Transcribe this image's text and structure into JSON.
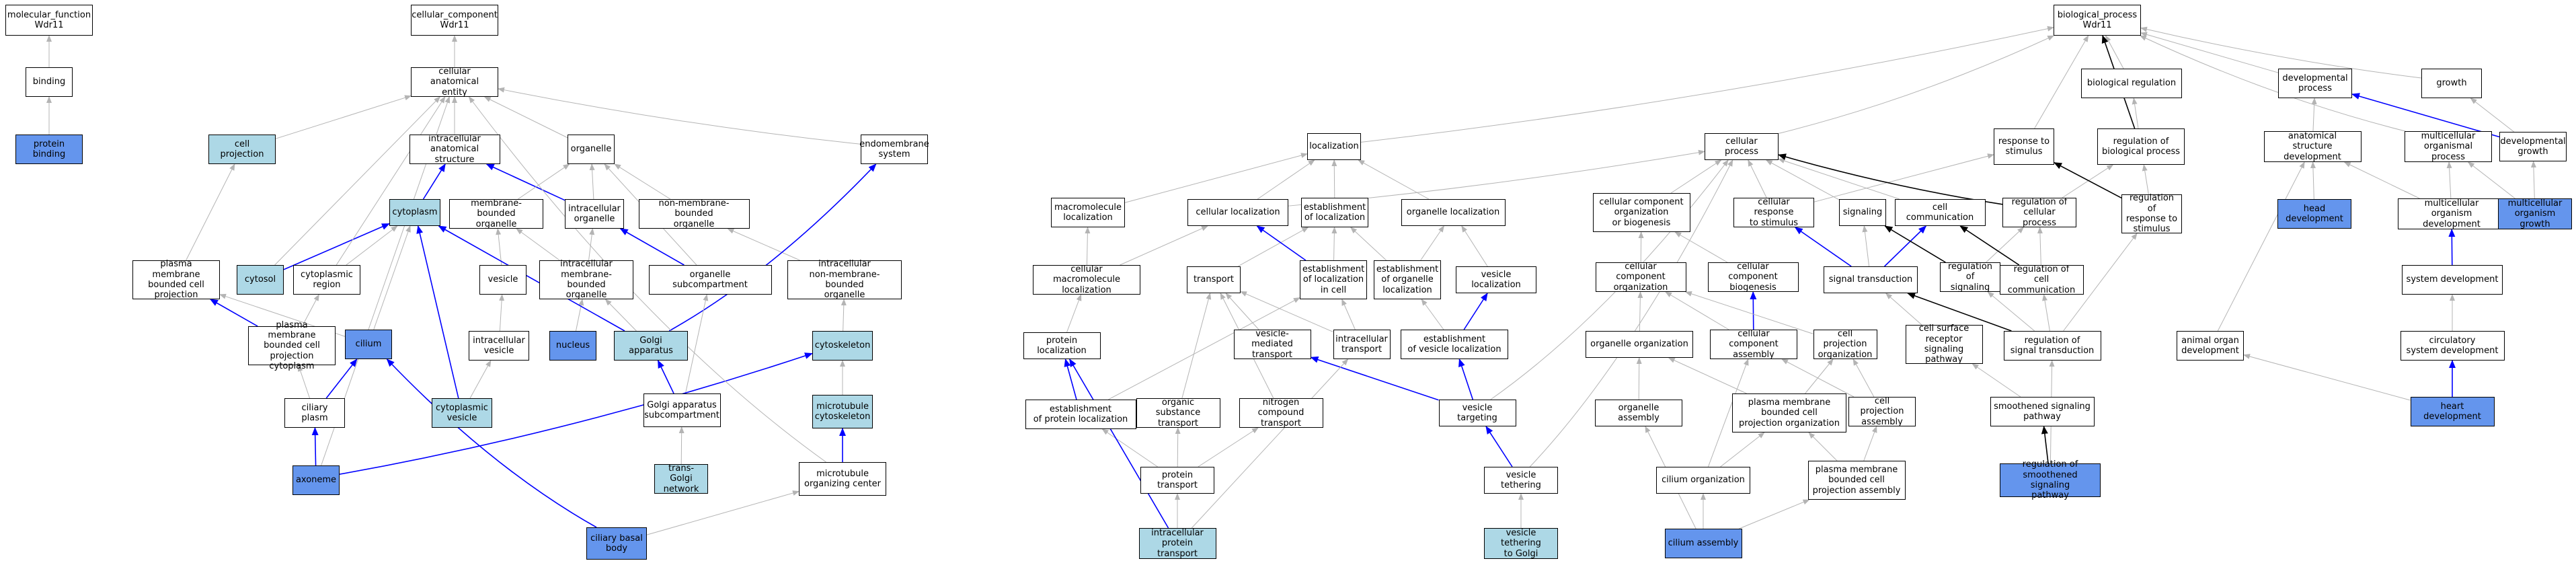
{
  "colors": {
    "plain": "#ffffff",
    "light": "#add8e6",
    "dark": "#6495ed",
    "is_a": "#b4b4b4",
    "part_of": "#0000ff",
    "regulates": "#000000"
  },
  "nodes": [
    {
      "id": "mf_root",
      "label": "molecular_function\nWdr11",
      "style": "plain"
    },
    {
      "id": "binding",
      "label": "binding",
      "style": "plain"
    },
    {
      "id": "protein_binding",
      "label": "protein binding",
      "style": "dark"
    },
    {
      "id": "cc_root",
      "label": "cellular_component\nWdr11",
      "style": "plain"
    },
    {
      "id": "cae",
      "label": "cellular anatomical\nentity",
      "style": "plain"
    },
    {
      "id": "cell_projection",
      "label": "cell projection",
      "style": "light"
    },
    {
      "id": "ias",
      "label": "intracellular\nanatomical structure",
      "style": "plain"
    },
    {
      "id": "organelle",
      "label": "organelle",
      "style": "plain"
    },
    {
      "id": "endomembrane",
      "label": "endomembrane\nsystem",
      "style": "plain"
    },
    {
      "id": "cytoplasm",
      "label": "cytoplasm",
      "style": "light"
    },
    {
      "id": "mbo",
      "label": "membrane-bounded\norganelle",
      "style": "plain"
    },
    {
      "id": "io",
      "label": "intracellular\norganelle",
      "style": "plain"
    },
    {
      "id": "nmbo",
      "label": "non-membrane-bounded\norganelle",
      "style": "plain"
    },
    {
      "id": "pmbcp",
      "label": "plasma membrane\nbounded cell\nprojection",
      "style": "plain"
    },
    {
      "id": "cytosol",
      "label": "cytosol",
      "style": "light"
    },
    {
      "id": "cyto_region",
      "label": "cytoplasmic\nregion",
      "style": "plain"
    },
    {
      "id": "vesicle",
      "label": "vesicle",
      "style": "plain"
    },
    {
      "id": "imbo",
      "label": "intracellular\nmembrane-bounded\norganelle",
      "style": "plain"
    },
    {
      "id": "org_subcomp",
      "label": "organelle subcompartment",
      "style": "plain"
    },
    {
      "id": "inmbo",
      "label": "intracellular\nnon-membrane-bounded\norganelle",
      "style": "plain"
    },
    {
      "id": "pmbcpc",
      "label": "plasma membrane\nbounded cell\nprojection cytoplasm",
      "style": "plain"
    },
    {
      "id": "cilium",
      "label": "cilium",
      "style": "dark"
    },
    {
      "id": "ivesicle",
      "label": "intracellular\nvesicle",
      "style": "plain"
    },
    {
      "id": "nucleus",
      "label": "nucleus",
      "style": "dark"
    },
    {
      "id": "golgi",
      "label": "Golgi apparatus",
      "style": "light"
    },
    {
      "id": "cytoskeleton",
      "label": "cytoskeleton",
      "style": "light"
    },
    {
      "id": "ciliary_plasm",
      "label": "ciliary plasm",
      "style": "plain"
    },
    {
      "id": "cyto_vesicle",
      "label": "cytoplasmic\nvesicle",
      "style": "light"
    },
    {
      "id": "golgi_sub",
      "label": "Golgi apparatus\nsubcompartment",
      "style": "plain"
    },
    {
      "id": "mt_cytoskeleton",
      "label": "microtubule\ncytoskeleton",
      "style": "light"
    },
    {
      "id": "axoneme",
      "label": "axoneme",
      "style": "dark"
    },
    {
      "id": "tgn",
      "label": "trans-Golgi\nnetwork",
      "style": "light"
    },
    {
      "id": "mtoc",
      "label": "microtubule\norganizing center",
      "style": "plain"
    },
    {
      "id": "basal_body",
      "label": "ciliary basal\nbody",
      "style": "dark"
    },
    {
      "id": "bp_root",
      "label": "biological_process\nWdr11",
      "style": "plain"
    },
    {
      "id": "localization",
      "label": "localization",
      "style": "plain"
    },
    {
      "id": "cell_process",
      "label": "cellular process",
      "style": "plain"
    },
    {
      "id": "bio_reg",
      "label": "biological regulation",
      "style": "plain"
    },
    {
      "id": "dev_process",
      "label": "developmental\nprocess",
      "style": "plain"
    },
    {
      "id": "growth",
      "label": "growth",
      "style": "plain"
    },
    {
      "id": "resp_stim",
      "label": "response to\nstimulus",
      "style": "plain"
    },
    {
      "id": "reg_bio",
      "label": "regulation of\nbiological process",
      "style": "plain"
    },
    {
      "id": "ased",
      "label": "anatomical structure\ndevelopment",
      "style": "plain"
    },
    {
      "id": "mop",
      "label": "multicellular\norganismal process",
      "style": "plain"
    },
    {
      "id": "dev_growth",
      "label": "developmental\ngrowth",
      "style": "plain"
    },
    {
      "id": "macro_loc",
      "label": "macromolecule\nlocalization",
      "style": "plain"
    },
    {
      "id": "cell_loc",
      "label": "cellular localization",
      "style": "plain"
    },
    {
      "id": "est_loc",
      "label": "establishment\nof localization",
      "style": "plain"
    },
    {
      "id": "org_loc",
      "label": "organelle localization",
      "style": "plain"
    },
    {
      "id": "ccob",
      "label": "cellular component\norganization\nor biogenesis",
      "style": "plain"
    },
    {
      "id": "cell_resp",
      "label": "cellular response\nto stimulus",
      "style": "plain"
    },
    {
      "id": "signaling",
      "label": "signaling",
      "style": "plain"
    },
    {
      "id": "cell_comm",
      "label": "cell communication",
      "style": "plain"
    },
    {
      "id": "reg_cp",
      "label": "regulation of\ncellular process",
      "style": "plain"
    },
    {
      "id": "reg_resp",
      "label": "regulation of\nresponse to\nstimulus",
      "style": "plain"
    },
    {
      "id": "head_dev",
      "label": "head development",
      "style": "dark"
    },
    {
      "id": "mod",
      "label": "multicellular\norganism development",
      "style": "plain"
    },
    {
      "id": "mc_growth",
      "label": "multicellular\norganism growth",
      "style": "dark"
    },
    {
      "id": "cml",
      "label": "cellular macromolecule\nlocalization",
      "style": "plain"
    },
    {
      "id": "transport",
      "label": "transport",
      "style": "plain"
    },
    {
      "id": "elic",
      "label": "establishment\nof localization\nin cell",
      "style": "plain"
    },
    {
      "id": "eol",
      "label": "establishment\nof organelle\nlocalization",
      "style": "plain"
    },
    {
      "id": "ves_loc",
      "label": "vesicle localization",
      "style": "plain"
    },
    {
      "id": "cco",
      "label": "cellular component\norganization",
      "style": "plain"
    },
    {
      "id": "ccb",
      "label": "cellular component\nbiogenesis",
      "style": "plain"
    },
    {
      "id": "sig_trans",
      "label": "signal transduction",
      "style": "plain"
    },
    {
      "id": "reg_sig",
      "label": "regulation of\nsignaling",
      "style": "plain"
    },
    {
      "id": "reg_cc",
      "label": "regulation of\ncell communication",
      "style": "plain"
    },
    {
      "id": "sys_dev",
      "label": "system development",
      "style": "plain"
    },
    {
      "id": "prot_loc",
      "label": "protein localization",
      "style": "plain"
    },
    {
      "id": "vmt",
      "label": "vesicle-mediated\ntransport",
      "style": "plain"
    },
    {
      "id": "ict",
      "label": "intracellular\ntransport",
      "style": "plain"
    },
    {
      "id": "evl",
      "label": "establishment\nof vesicle localization",
      "style": "plain"
    },
    {
      "id": "org_org",
      "label": "organelle organization",
      "style": "plain"
    },
    {
      "id": "cca",
      "label": "cellular component\nassembly",
      "style": "plain"
    },
    {
      "id": "cpo",
      "label": "cell projection\norganization",
      "style": "plain"
    },
    {
      "id": "csrsp",
      "label": "cell surface\nreceptor signaling\npathway",
      "style": "plain"
    },
    {
      "id": "reg_st",
      "label": "regulation of\nsignal transduction",
      "style": "plain"
    },
    {
      "id": "aod",
      "label": "animal organ\ndevelopment",
      "style": "plain"
    },
    {
      "id": "csd",
      "label": "circulatory\nsystem development",
      "style": "plain"
    },
    {
      "id": "epl",
      "label": "establishment\nof protein localization",
      "style": "plain"
    },
    {
      "id": "ost",
      "label": "organic substance\ntransport",
      "style": "plain"
    },
    {
      "id": "nct",
      "label": "nitrogen compound\ntransport",
      "style": "plain"
    },
    {
      "id": "ves_target",
      "label": "vesicle targeting",
      "style": "plain"
    },
    {
      "id": "org_assembly",
      "label": "organelle assembly",
      "style": "plain"
    },
    {
      "id": "pmbcpo",
      "label": "plasma membrane\nbounded cell\nprojection organization",
      "style": "plain"
    },
    {
      "id": "cpa",
      "label": "cell projection\nassembly",
      "style": "plain"
    },
    {
      "id": "ssp",
      "label": "smoothened signaling\npathway",
      "style": "plain"
    },
    {
      "id": "heart_dev",
      "label": "heart development",
      "style": "dark"
    },
    {
      "id": "prot_transport",
      "label": "protein transport",
      "style": "plain"
    },
    {
      "id": "ves_tether",
      "label": "vesicle tethering",
      "style": "plain"
    },
    {
      "id": "cilium_org",
      "label": "cilium organization",
      "style": "plain"
    },
    {
      "id": "pmbcpa",
      "label": "plasma membrane\nbounded cell\nprojection assembly",
      "style": "plain"
    },
    {
      "id": "reg_ssp",
      "label": "regulation of\nsmoothened signaling\npathway",
      "style": "dark"
    },
    {
      "id": "ipt",
      "label": "intracellular\nprotein transport",
      "style": "light"
    },
    {
      "id": "vtg",
      "label": "vesicle tethering\nto Golgi",
      "style": "light"
    },
    {
      "id": "cilium_assembly",
      "label": "cilium assembly",
      "style": "dark"
    }
  ],
  "edges": [
    [
      "binding",
      "mf_root",
      "is_a"
    ],
    [
      "protein_binding",
      "binding",
      "is_a"
    ],
    [
      "cae",
      "cc_root",
      "is_a"
    ],
    [
      "cell_projection",
      "cae",
      "is_a"
    ],
    [
      "ias",
      "cae",
      "is_a"
    ],
    [
      "organelle",
      "cae",
      "is_a"
    ],
    [
      "endomembrane",
      "cae",
      "is_a"
    ],
    [
      "cytoplasm",
      "ias",
      "part_of"
    ],
    [
      "io",
      "ias",
      "part_of"
    ],
    [
      "io",
      "organelle",
      "is_a"
    ],
    [
      "mbo",
      "organelle",
      "is_a"
    ],
    [
      "nmbo",
      "organelle",
      "is_a"
    ],
    [
      "pmbcp",
      "cell_projection",
      "is_a"
    ],
    [
      "cytosol",
      "cytoplasm",
      "part_of"
    ],
    [
      "cytosol",
      "cae",
      "is_a"
    ],
    [
      "cyto_region",
      "cytoplasm",
      "is_a"
    ],
    [
      "cyto_region",
      "cae",
      "is_a"
    ],
    [
      "vesicle",
      "mbo",
      "is_a"
    ],
    [
      "imbo",
      "mbo",
      "is_a"
    ],
    [
      "imbo",
      "io",
      "is_a"
    ],
    [
      "org_subcomp",
      "organelle",
      "is_a"
    ],
    [
      "org_subcomp",
      "io",
      "part_of"
    ],
    [
      "inmbo",
      "nmbo",
      "is_a"
    ],
    [
      "pmbcpc",
      "pmbcp",
      "part_of"
    ],
    [
      "pmbcpc",
      "cyto_region",
      "is_a"
    ],
    [
      "cilium",
      "pmbcp",
      "is_a"
    ],
    [
      "cilium",
      "cytoplasm",
      "is_a"
    ],
    [
      "ivesicle",
      "vesicle",
      "is_a"
    ],
    [
      "nucleus",
      "imbo",
      "is_a"
    ],
    [
      "golgi",
      "imbo",
      "is_a"
    ],
    [
      "golgi",
      "cytoplasm",
      "part_of"
    ],
    [
      "golgi",
      "endomembrane",
      "part_of"
    ],
    [
      "cytoskeleton",
      "inmbo",
      "is_a"
    ],
    [
      "ciliary_plasm",
      "pmbcpc",
      "is_a"
    ],
    [
      "ciliary_plasm",
      "cilium",
      "part_of"
    ],
    [
      "cyto_vesicle",
      "ivesicle",
      "is_a"
    ],
    [
      "cyto_vesicle",
      "cytoplasm",
      "part_of"
    ],
    [
      "golgi_sub",
      "golgi",
      "part_of"
    ],
    [
      "golgi_sub",
      "org_subcomp",
      "is_a"
    ],
    [
      "mt_cytoskeleton",
      "cytoskeleton",
      "is_a"
    ],
    [
      "axoneme",
      "ciliary_plasm",
      "part_of"
    ],
    [
      "axoneme",
      "cytoskeleton",
      "part_of"
    ],
    [
      "axoneme",
      "cae",
      "is_a"
    ],
    [
      "tgn",
      "golgi_sub",
      "is_a"
    ],
    [
      "mtoc",
      "mt_cytoskeleton",
      "part_of"
    ],
    [
      "mtoc",
      "cae",
      "is_a"
    ],
    [
      "basal_body",
      "cilium",
      "part_of"
    ],
    [
      "basal_body",
      "mtoc",
      "is_a"
    ],
    [
      "localization",
      "bp_root",
      "is_a"
    ],
    [
      "cell_process",
      "bp_root",
      "is_a"
    ],
    [
      "bio_reg",
      "bp_root",
      "is_a"
    ],
    [
      "dev_process",
      "bp_root",
      "is_a"
    ],
    [
      "growth",
      "bp_root",
      "is_a"
    ],
    [
      "resp_stim",
      "bp_root",
      "is_a"
    ],
    [
      "reg_bio",
      "bio_reg",
      "is_a"
    ],
    [
      "reg_bio",
      "bp_root",
      "regulates"
    ],
    [
      "ased",
      "dev_process",
      "is_a"
    ],
    [
      "mop",
      "bp_root",
      "is_a"
    ],
    [
      "dev_growth",
      "growth",
      "is_a"
    ],
    [
      "dev_growth",
      "dev_process",
      "part_of"
    ],
    [
      "macro_loc",
      "localization",
      "is_a"
    ],
    [
      "cell_loc",
      "localization",
      "is_a"
    ],
    [
      "cell_loc",
      "cell_process",
      "is_a"
    ],
    [
      "est_loc",
      "localization",
      "is_a"
    ],
    [
      "org_loc",
      "localization",
      "is_a"
    ],
    [
      "ccob",
      "cell_process",
      "is_a"
    ],
    [
      "cell_resp",
      "resp_stim",
      "is_a"
    ],
    [
      "cell_resp",
      "cell_process",
      "is_a"
    ],
    [
      "signaling",
      "cell_process",
      "is_a"
    ],
    [
      "cell_comm",
      "cell_process",
      "is_a"
    ],
    [
      "reg_cp",
      "reg_bio",
      "is_a"
    ],
    [
      "reg_cp",
      "cell_process",
      "regulates"
    ],
    [
      "reg_resp",
      "reg_bio",
      "is_a"
    ],
    [
      "reg_resp",
      "resp_stim",
      "regulates"
    ],
    [
      "head_dev",
      "ased",
      "is_a"
    ],
    [
      "mod",
      "mop",
      "is_a"
    ],
    [
      "mod",
      "ased",
      "is_a"
    ],
    [
      "mc_growth",
      "dev_growth",
      "is_a"
    ],
    [
      "mc_growth",
      "mop",
      "is_a"
    ],
    [
      "cml",
      "macro_loc",
      "is_a"
    ],
    [
      "cml",
      "cell_loc",
      "is_a"
    ],
    [
      "transport",
      "est_loc",
      "is_a"
    ],
    [
      "elic",
      "est_loc",
      "is_a"
    ],
    [
      "elic",
      "cell_loc",
      "part_of"
    ],
    [
      "eol",
      "est_loc",
      "is_a"
    ],
    [
      "eol",
      "org_loc",
      "is_a"
    ],
    [
      "ves_loc",
      "org_loc",
      "is_a"
    ],
    [
      "cco",
      "ccob",
      "is_a"
    ],
    [
      "ccb",
      "ccob",
      "is_a"
    ],
    [
      "sig_trans",
      "cell_resp",
      "part_of"
    ],
    [
      "sig_trans",
      "signaling",
      "is_a"
    ],
    [
      "sig_trans",
      "cell_comm",
      "part_of"
    ],
    [
      "reg_sig",
      "reg_cp",
      "is_a"
    ],
    [
      "reg_sig",
      "signaling",
      "regulates"
    ],
    [
      "reg_cc",
      "reg_cp",
      "is_a"
    ],
    [
      "reg_cc",
      "cell_comm",
      "regulates"
    ],
    [
      "sys_dev",
      "mod",
      "part_of"
    ],
    [
      "prot_loc",
      "cml",
      "is_a"
    ],
    [
      "vmt",
      "transport",
      "is_a"
    ],
    [
      "ict",
      "elic",
      "is_a"
    ],
    [
      "ict",
      "transport",
      "is_a"
    ],
    [
      "evl",
      "eol",
      "is_a"
    ],
    [
      "evl",
      "ves_loc",
      "part_of"
    ],
    [
      "org_org",
      "cco",
      "is_a"
    ],
    [
      "cca",
      "cco",
      "is_a"
    ],
    [
      "cca",
      "ccb",
      "part_of"
    ],
    [
      "cpo",
      "cco",
      "is_a"
    ],
    [
      "csrsp",
      "sig_trans",
      "is_a"
    ],
    [
      "reg_st",
      "reg_sig",
      "is_a"
    ],
    [
      "reg_st",
      "reg_cc",
      "is_a"
    ],
    [
      "reg_st",
      "reg_resp",
      "is_a"
    ],
    [
      "reg_st",
      "sig_trans",
      "regulates"
    ],
    [
      "aod",
      "ased",
      "is_a"
    ],
    [
      "csd",
      "sys_dev",
      "is_a"
    ],
    [
      "epl",
      "prot_loc",
      "part_of"
    ],
    [
      "epl",
      "elic",
      "is_a"
    ],
    [
      "ost",
      "transport",
      "is_a"
    ],
    [
      "nct",
      "transport",
      "is_a"
    ],
    [
      "ves_target",
      "evl",
      "part_of"
    ],
    [
      "ves_target",
      "vmt",
      "part_of"
    ],
    [
      "ves_target",
      "cell_process",
      "is_a"
    ],
    [
      "org_assembly",
      "org_org",
      "is_a"
    ],
    [
      "pmbcpo",
      "cpo",
      "is_a"
    ],
    [
      "pmbcpo",
      "org_org",
      "is_a"
    ],
    [
      "cpa",
      "cpo",
      "is_a"
    ],
    [
      "cpa",
      "cca",
      "is_a"
    ],
    [
      "ssp",
      "csrsp",
      "is_a"
    ],
    [
      "heart_dev",
      "aod",
      "is_a"
    ],
    [
      "heart_dev",
      "csd",
      "part_of"
    ],
    [
      "prot_transport",
      "ost",
      "is_a"
    ],
    [
      "prot_transport",
      "nct",
      "is_a"
    ],
    [
      "prot_transport",
      "epl",
      "is_a"
    ],
    [
      "ves_tether",
      "ves_target",
      "part_of"
    ],
    [
      "ves_tether",
      "cell_process",
      "is_a"
    ],
    [
      "cilium_org",
      "pmbcpo",
      "is_a"
    ],
    [
      "cilium_org",
      "cca",
      "is_a"
    ],
    [
      "pmbcpa",
      "pmbcpo",
      "is_a"
    ],
    [
      "pmbcpa",
      "cpa",
      "is_a"
    ],
    [
      "reg_ssp",
      "reg_st",
      "is_a"
    ],
    [
      "reg_ssp",
      "ssp",
      "regulates"
    ],
    [
      "ipt",
      "prot_transport",
      "is_a"
    ],
    [
      "ipt",
      "ict",
      "is_a"
    ],
    [
      "ipt",
      "prot_loc",
      "part_of"
    ],
    [
      "vtg",
      "ves_tether",
      "is_a"
    ],
    [
      "cilium_assembly",
      "cilium_org",
      "is_a"
    ],
    [
      "cilium_assembly",
      "pmbcpa",
      "is_a"
    ],
    [
      "cilium_assembly",
      "org_assembly",
      "is_a"
    ]
  ]
}
